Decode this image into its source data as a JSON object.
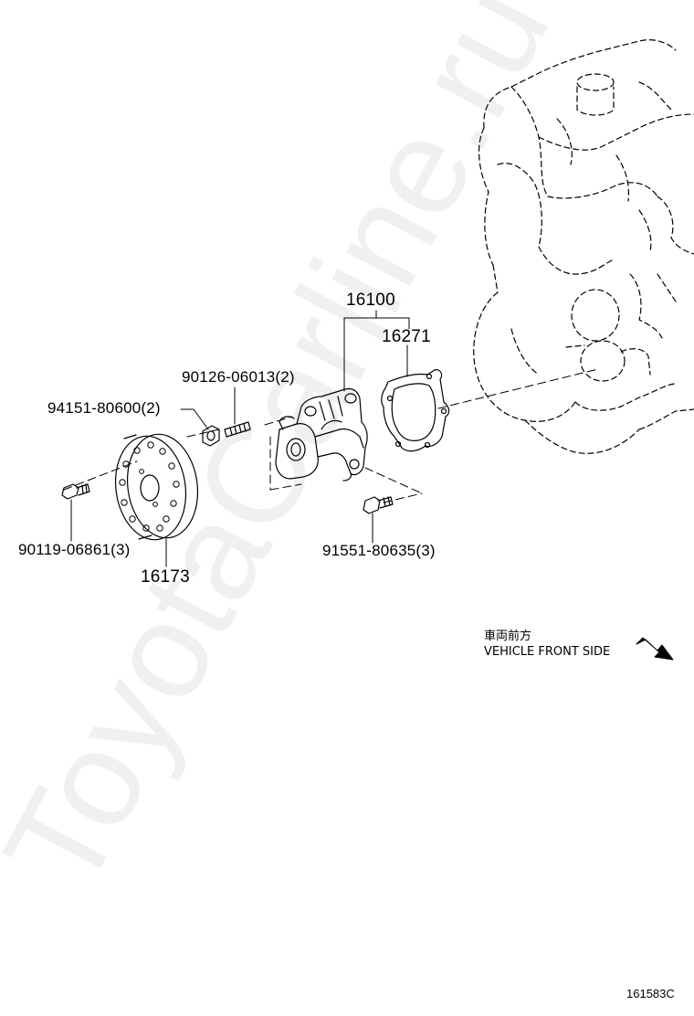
{
  "parts": {
    "p16100": "16100",
    "p16271": "16271",
    "p90126": "90126-06013(2)",
    "p94151": "94151-80600(2)",
    "p90119": "90119-06861(3)",
    "p16173": "16173",
    "p91551": "91551-80635(3)"
  },
  "direction": {
    "japanese": "車両前方",
    "english": "VEHICLE FRONT SIDE",
    "icon": "arrow-down-right-icon"
  },
  "diagram_code": "161583C",
  "watermark": "ToyotaCarline.ru"
}
